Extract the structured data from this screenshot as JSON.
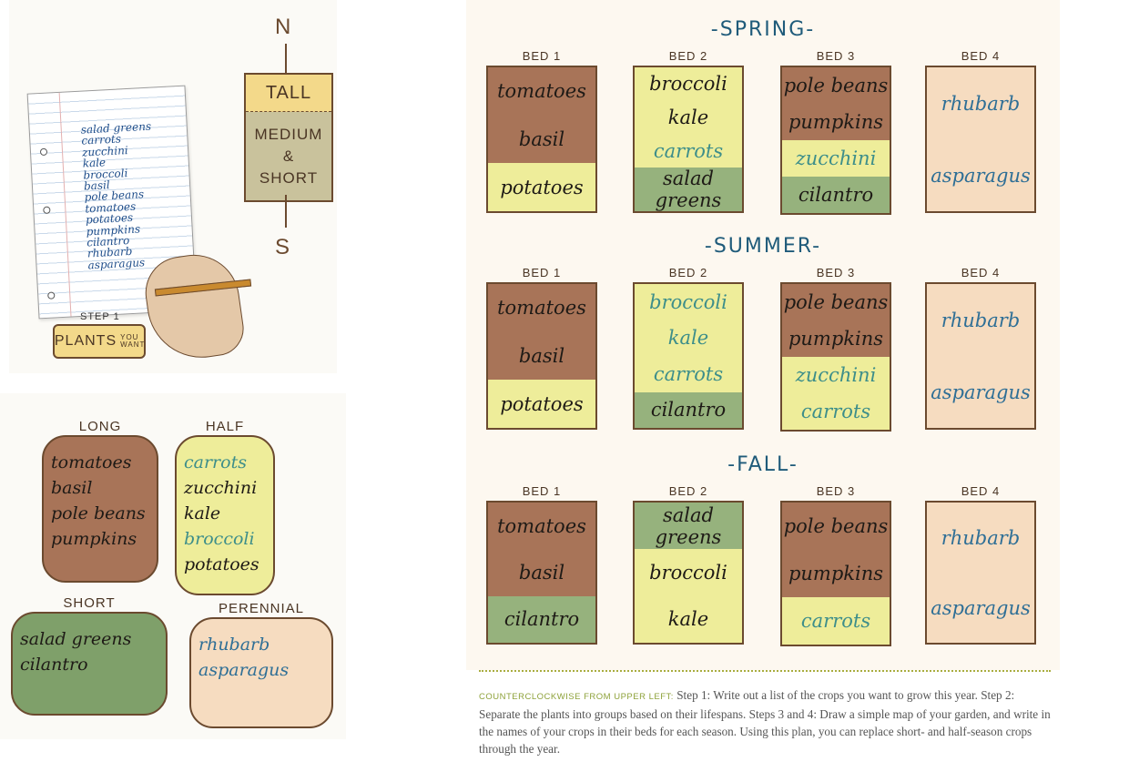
{
  "step1": {
    "list": [
      "salad greens",
      "carrots",
      "zucchini",
      "kale",
      "broccoli",
      "basil",
      "pole beans",
      "tomatoes",
      "potatoes",
      "pumpkins",
      "cilantro",
      "rhubarb",
      "asparagus"
    ],
    "step_label": "STEP 1",
    "box_big": "PLANTS",
    "box_small": "YOU WANT",
    "compass_n": "N",
    "compass_s": "S",
    "tall": "TALL",
    "medium_line1": "MEDIUM",
    "medium_line2": "&",
    "medium_line3": "SHORT"
  },
  "groups": [
    {
      "title": "LONG",
      "items": [
        "tomatoes",
        "basil",
        "pole beans",
        "pumpkins"
      ],
      "color": "#a87458"
    },
    {
      "title": "HALF",
      "items": [
        "carrots",
        "zucchini",
        "kale",
        "broccoli",
        "potatoes"
      ],
      "color": "#eeed9a"
    },
    {
      "title": "SHORT",
      "items": [
        "salad greens",
        "cilantro"
      ],
      "color": "#7fa06a"
    },
    {
      "title": "PERENNIAL",
      "items": [
        "rhubarb",
        "asparagus"
      ],
      "color": "#f6dcc0"
    }
  ],
  "seasons": [
    {
      "title": "-SPRING-",
      "beds": [
        {
          "label": "BED 1",
          "segments": [
            {
              "text": "tomatoes",
              "color": "brown",
              "weight": 1
            },
            {
              "text": "basil",
              "color": "brown",
              "weight": 1
            },
            {
              "text": "potatoes",
              "color": "yellow",
              "weight": 1
            }
          ]
        },
        {
          "label": "BED 2",
          "segments": [
            {
              "text": "broccoli",
              "color": "yellow",
              "weight": 1
            },
            {
              "text": "kale",
              "color": "yellow",
              "weight": 1
            },
            {
              "text": "carrots",
              "color": "yellow",
              "weight": 1
            },
            {
              "text": "salad greens",
              "color": "green",
              "weight": 1
            }
          ]
        },
        {
          "label": "BED 3",
          "segments": [
            {
              "text": "pole beans",
              "color": "brown",
              "weight": 1
            },
            {
              "text": "pumpkins",
              "color": "brown",
              "weight": 1
            },
            {
              "text": "zucchini",
              "color": "yellow",
              "weight": 1
            },
            {
              "text": "cilantro",
              "color": "green",
              "weight": 1
            }
          ]
        },
        {
          "label": "BED 4",
          "segments": [
            {
              "text": "rhubarb",
              "color": "peach",
              "weight": 1
            },
            {
              "text": "asparagus",
              "color": "peach",
              "weight": 1
            }
          ]
        }
      ]
    },
    {
      "title": "-SUMMER-",
      "beds": [
        {
          "label": "BED 1",
          "segments": [
            {
              "text": "tomatoes",
              "color": "brown",
              "weight": 1
            },
            {
              "text": "basil",
              "color": "brown",
              "weight": 1
            },
            {
              "text": "potatoes",
              "color": "yellow",
              "weight": 1
            }
          ]
        },
        {
          "label": "BED 2",
          "segments": [
            {
              "text": "broccoli",
              "color": "yellow",
              "weight": 1
            },
            {
              "text": "kale",
              "color": "yellow",
              "weight": 1
            },
            {
              "text": "carrots",
              "color": "yellow",
              "weight": 1
            },
            {
              "text": "cilantro",
              "color": "green",
              "weight": 1
            }
          ]
        },
        {
          "label": "BED 3",
          "segments": [
            {
              "text": "pole beans",
              "color": "brown",
              "weight": 1
            },
            {
              "text": "pumpkins",
              "color": "brown",
              "weight": 1
            },
            {
              "text": "zucchini",
              "color": "yellow",
              "weight": 1
            },
            {
              "text": "carrots",
              "color": "yellow",
              "weight": 1
            }
          ]
        },
        {
          "label": "BED 4",
          "segments": [
            {
              "text": "rhubarb",
              "color": "peach",
              "weight": 1
            },
            {
              "text": "asparagus",
              "color": "peach",
              "weight": 1
            }
          ]
        }
      ]
    },
    {
      "title": "-FALL-",
      "beds": [
        {
          "label": "BED 1",
          "segments": [
            {
              "text": "tomatoes",
              "color": "brown",
              "weight": 1
            },
            {
              "text": "basil",
              "color": "brown",
              "weight": 1
            },
            {
              "text": "cilantro",
              "color": "green",
              "weight": 1
            }
          ]
        },
        {
          "label": "BED 2",
          "segments": [
            {
              "text": "salad greens",
              "color": "green",
              "weight": 1
            },
            {
              "text": "broccoli",
              "color": "yellow",
              "weight": 1
            },
            {
              "text": "kale",
              "color": "yellow",
              "weight": 1
            }
          ]
        },
        {
          "label": "BED 3",
          "segments": [
            {
              "text": "pole beans",
              "color": "brown",
              "weight": 1
            },
            {
              "text": "pumpkins",
              "color": "brown",
              "weight": 1
            },
            {
              "text": "carrots",
              "color": "yellow",
              "weight": 1
            }
          ]
        },
        {
          "label": "BED 4",
          "segments": [
            {
              "text": "rhubarb",
              "color": "peach",
              "weight": 1
            },
            {
              "text": "asparagus",
              "color": "peach",
              "weight": 1
            }
          ]
        }
      ]
    }
  ],
  "caption": {
    "lead": "COUNTERCLOCKWISE FROM UPPER LEFT:",
    "text": " Step 1: Write out a list of the crops you want to grow this year. Step 2: Separate the plants into groups based on their lifespans.  Steps 3 and 4: Draw a simple map of your garden, and write in the names of your crops in their beds for each season. Using this plan, you can replace short- and half-season crops through the year."
  }
}
